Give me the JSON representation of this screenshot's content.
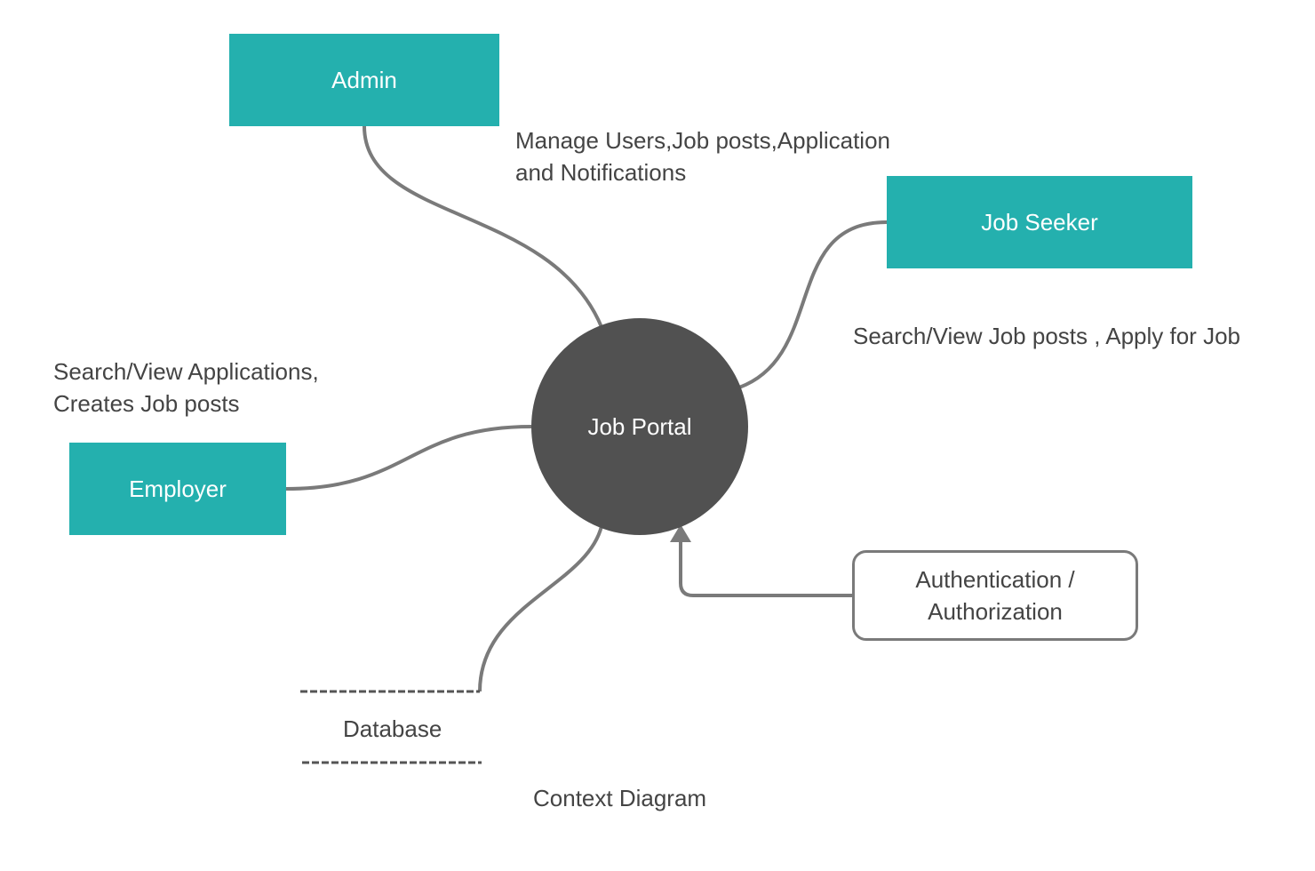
{
  "entities": {
    "admin": "Admin",
    "job_seeker": "Job Seeker",
    "employer": "Employer"
  },
  "process": {
    "label": "Job Portal"
  },
  "auth_store": {
    "line1": "Authentication /",
    "line2": "Authorization"
  },
  "database": {
    "label": "Database"
  },
  "flows": {
    "admin_line1": "Manage Users,Job posts,Application",
    "admin_line2": "and Notifications",
    "job_seeker": "Search/View Job posts , Apply for Job",
    "employer_line1": "Search/View Applications,",
    "employer_line2": "Creates Job posts"
  },
  "caption": "Context Diagram",
  "colors": {
    "entity": "#24b0ae",
    "process": "#515151",
    "connector": "#7a7a7a",
    "text": "#444444"
  }
}
